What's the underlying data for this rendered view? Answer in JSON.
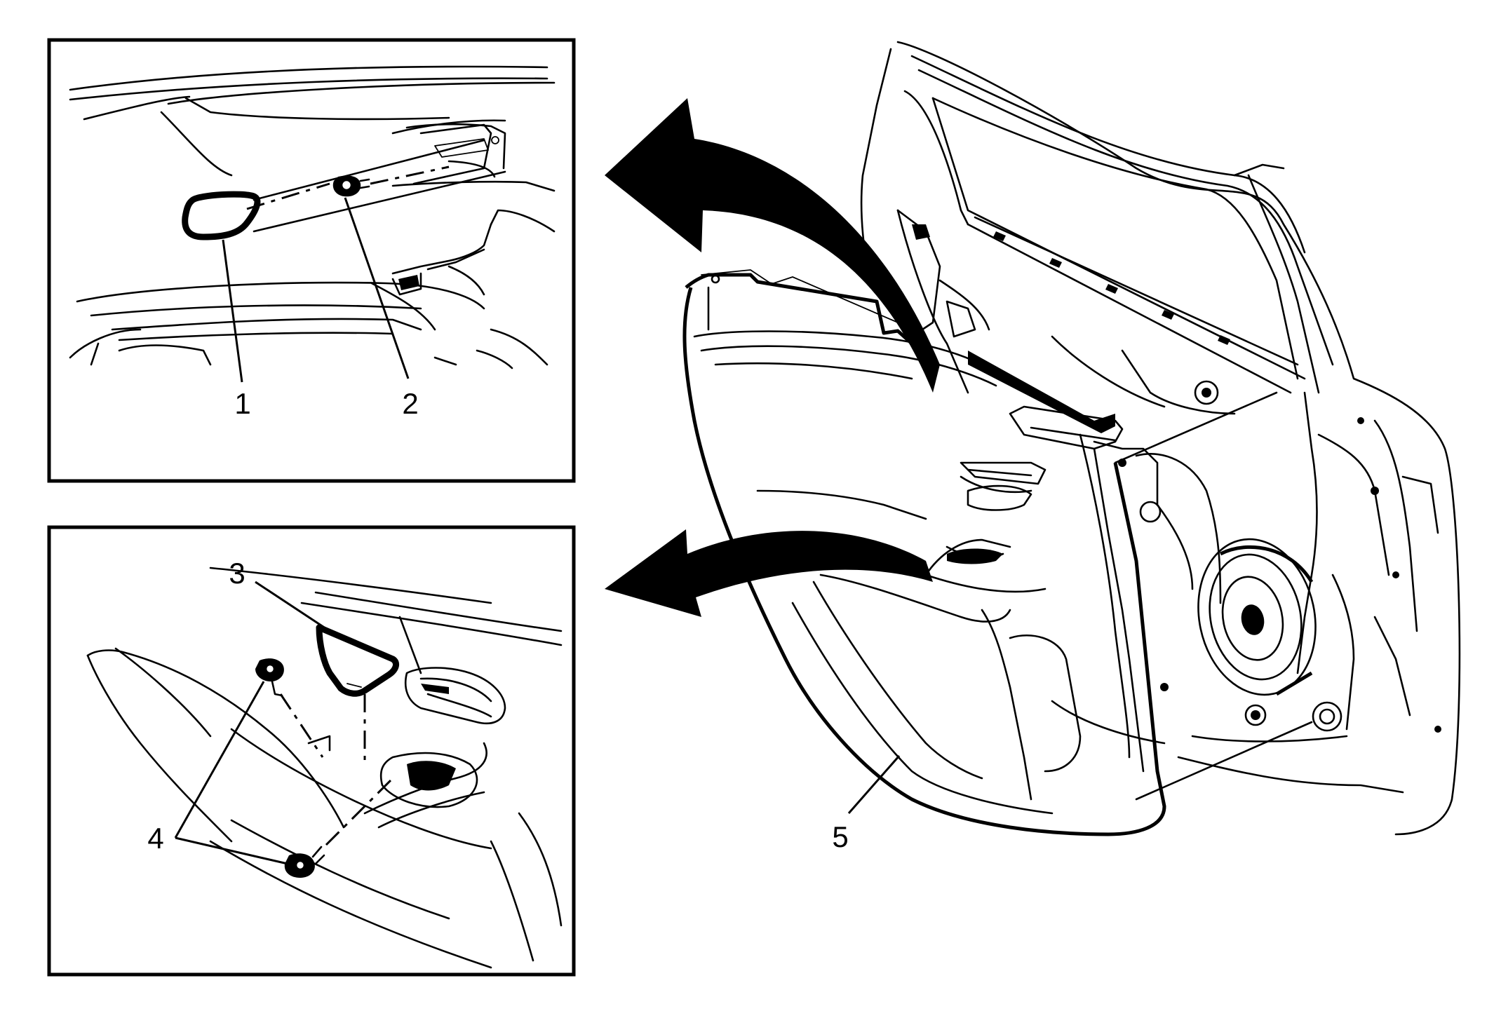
{
  "callouts": {
    "c1": "1",
    "c2": "2",
    "c3": "3",
    "c4": "4",
    "c5": "5"
  },
  "colors": {
    "line": "#000000",
    "background": "#ffffff"
  },
  "icons": {
    "removal_arrow_upper": "curved-arrow-left-icon",
    "removal_arrow_lower": "curved-arrow-left-icon"
  }
}
